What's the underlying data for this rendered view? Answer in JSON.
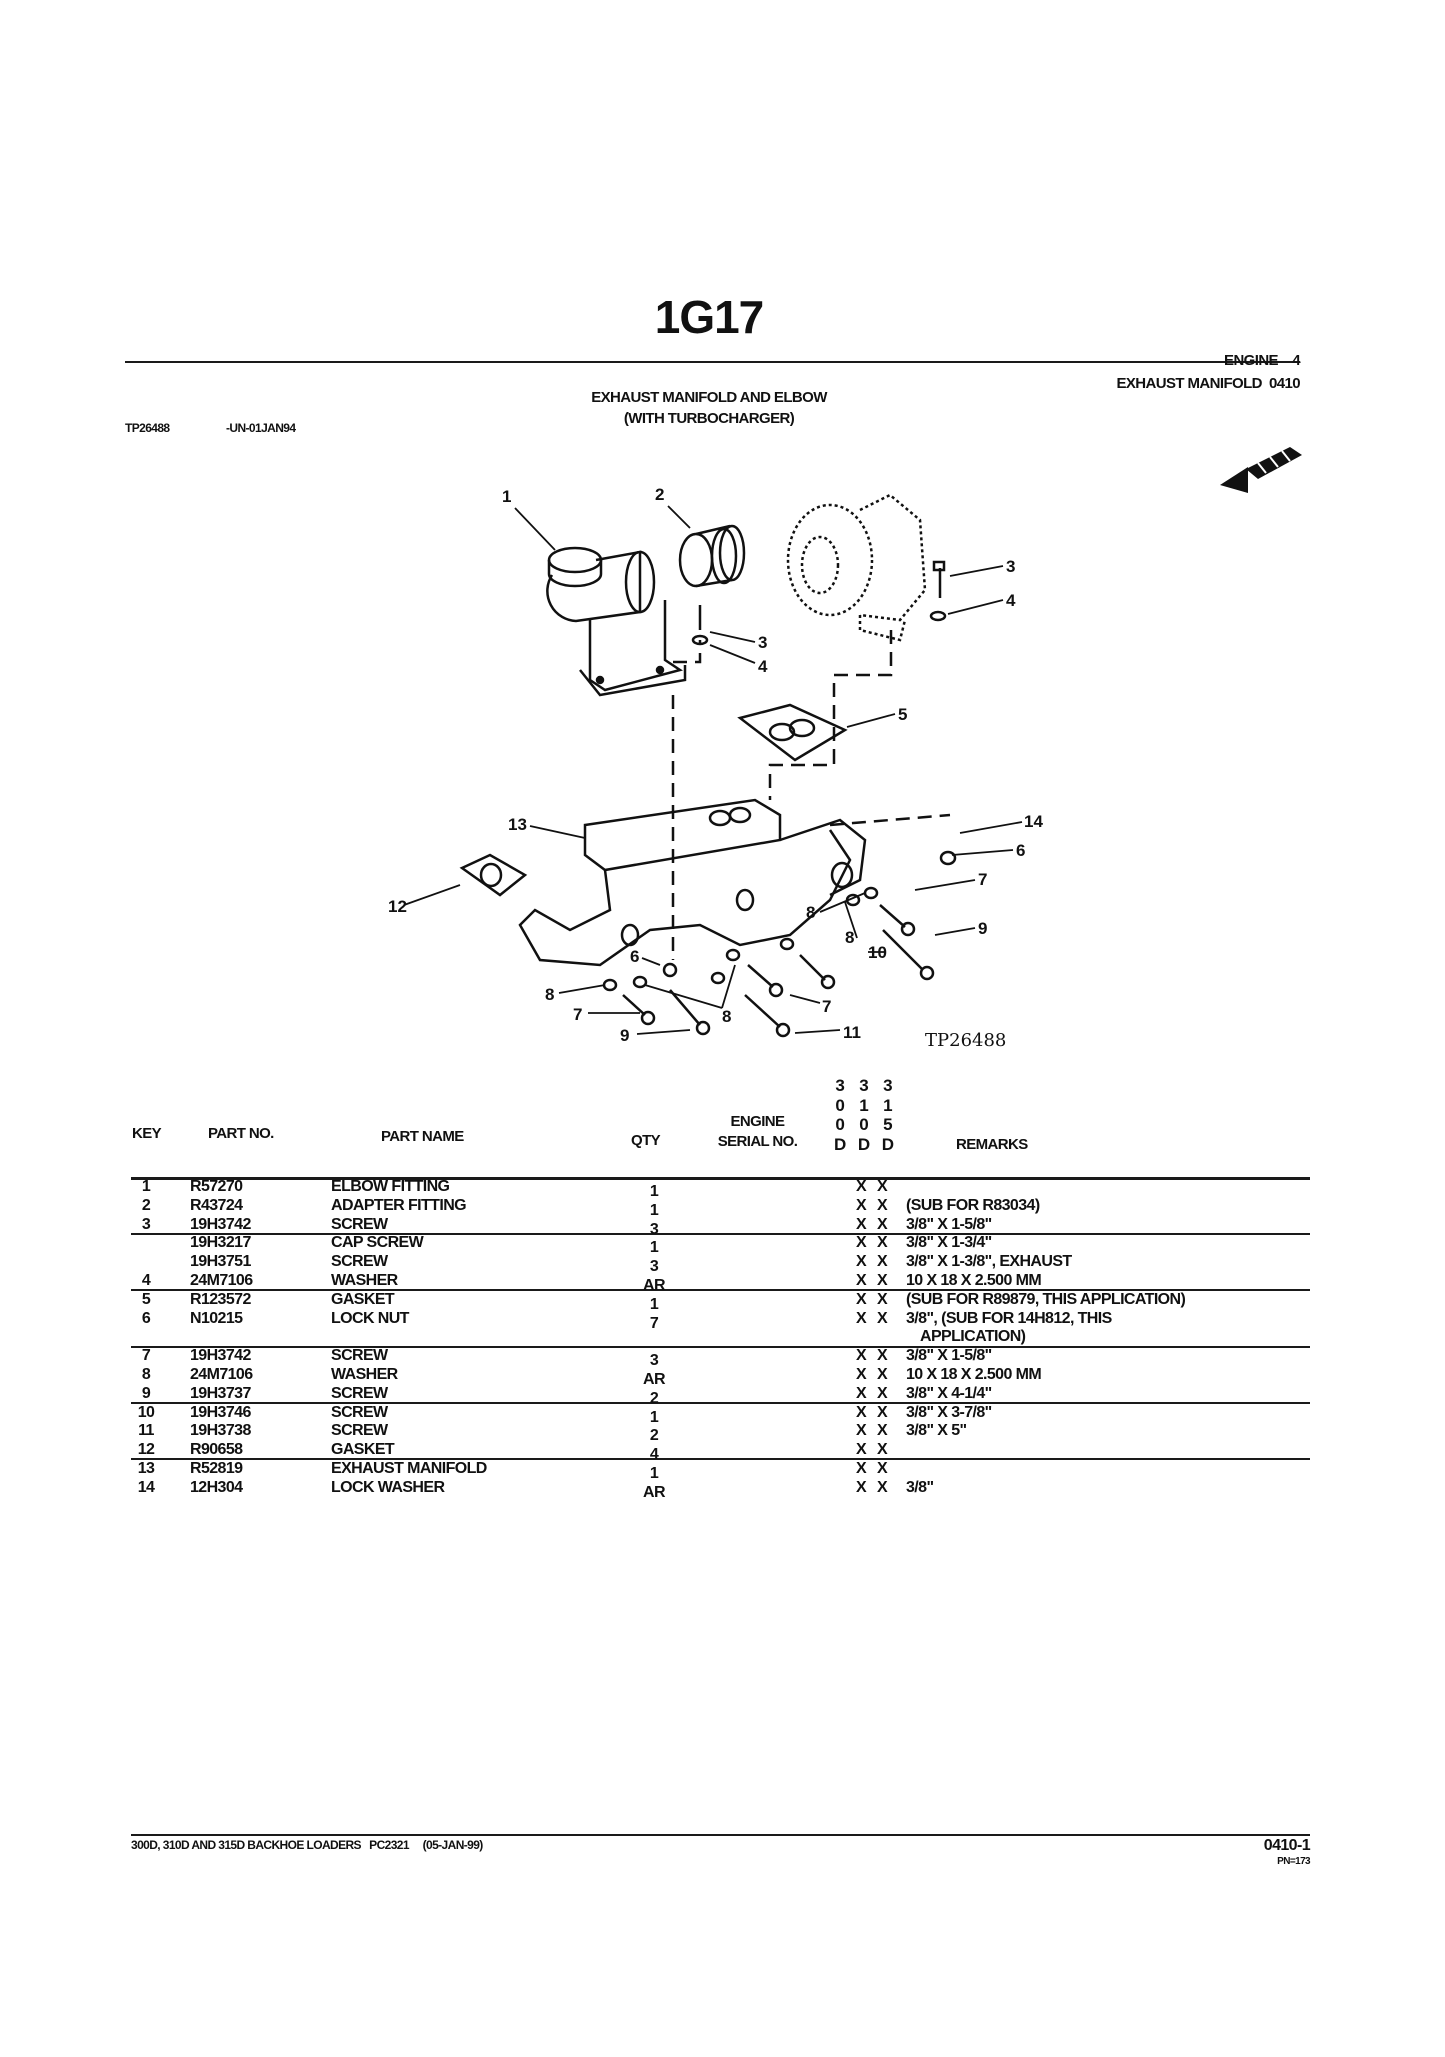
{
  "page_code": "1G17",
  "section": {
    "group": "ENGINE",
    "group_no": "4",
    "subgroup": "EXHAUST MANIFOLD",
    "subgroup_no": "0410"
  },
  "title": {
    "line1": "EXHAUST MANIFOLD AND ELBOW",
    "line2": "(WITH TURBOCHARGER)"
  },
  "illustration": {
    "ref": "TP26488",
    "ref_date": "-UN-01JAN94",
    "caption": "TP26488",
    "callouts": [
      "1",
      "2",
      "3",
      "4",
      "3",
      "4",
      "5",
      "13",
      "14",
      "6",
      "7",
      "9",
      "8",
      "8",
      "10",
      "12",
      "6",
      "8",
      "7",
      "9",
      "8",
      "7",
      "11"
    ],
    "icon": "direction-arrow-icon"
  },
  "table": {
    "headers": {
      "key": "KEY",
      "part_no": "PART NO.",
      "part_name": "PART NAME",
      "qty": "QTY",
      "engine_line1": "ENGINE",
      "engine_line2": "SERIAL NO.",
      "remarks": "REMARKS"
    },
    "models": [
      {
        "line1": "3",
        "line2": "0",
        "line3": "0",
        "line4": "D"
      },
      {
        "line1": "3",
        "line2": "1",
        "line3": "0",
        "line4": "D"
      },
      {
        "line1": "3",
        "line2": "1",
        "line3": "5",
        "line4": "D"
      }
    ],
    "rows": [
      {
        "key": "1",
        "part_no": "R57270",
        "name": "ELBOW FITTING",
        "qty": "1",
        "m1": "X",
        "m2": "X",
        "remarks": ""
      },
      {
        "key": "2",
        "part_no": "R43724",
        "name": "ADAPTER FITTING",
        "qty": "1",
        "m1": "X",
        "m2": "X",
        "remarks": "(SUB FOR R83034)"
      },
      {
        "key": "3",
        "part_no": "19H3742",
        "name": "SCREW",
        "qty": "3",
        "m1": "X",
        "m2": "X",
        "remarks": "3/8\" X 1-5/8\""
      },
      {
        "key": "",
        "part_no": "19H3217",
        "name": "CAP SCREW",
        "qty": "1",
        "m1": "X",
        "m2": "X",
        "remarks": "3/8\" X 1-3/4\""
      },
      {
        "key": "",
        "part_no": "19H3751",
        "name": "SCREW",
        "qty": "3",
        "m1": "X",
        "m2": "X",
        "remarks": "3/8\" X 1-3/8\", EXHAUST"
      },
      {
        "key": "4",
        "part_no": "24M7106",
        "name": "WASHER",
        "qty": "AR",
        "m1": "X",
        "m2": "X",
        "remarks": "10 X 18 X 2.500 MM"
      },
      {
        "key": "5",
        "part_no": "R123572",
        "name": "GASKET",
        "qty": "1",
        "m1": "X",
        "m2": "X",
        "remarks": "(SUB FOR R89879, THIS APPLICATION)"
      },
      {
        "key": "6",
        "part_no": "N10215",
        "name": "LOCK NUT",
        "qty": "7",
        "m1": "X",
        "m2": "X",
        "remarks": "3/8\", (SUB FOR 14H812, THIS",
        "remarks2": "APPLICATION)"
      },
      {
        "key": "7",
        "part_no": "19H3742",
        "name": "SCREW",
        "qty": "3",
        "m1": "X",
        "m2": "X",
        "remarks": "3/8\" X 1-5/8\""
      },
      {
        "key": "8",
        "part_no": "24M7106",
        "name": "WASHER",
        "qty": "AR",
        "m1": "X",
        "m2": "X",
        "remarks": "10 X 18 X 2.500 MM"
      },
      {
        "key": "9",
        "part_no": "19H3737",
        "name": "SCREW",
        "qty": "2",
        "m1": "X",
        "m2": "X",
        "remarks": "3/8\" X 4-1/4\""
      },
      {
        "key": "10",
        "part_no": "19H3746",
        "name": "SCREW",
        "qty": "1",
        "m1": "X",
        "m2": "X",
        "remarks": "3/8\" X 3-7/8\""
      },
      {
        "key": "11",
        "part_no": "19H3738",
        "name": "SCREW",
        "qty": "2",
        "m1": "X",
        "m2": "X",
        "remarks": "3/8\" X 5\""
      },
      {
        "key": "12",
        "part_no": "R90658",
        "name": "GASKET",
        "qty": "4",
        "m1": "X",
        "m2": "X",
        "remarks": ""
      },
      {
        "key": "13",
        "part_no": "R52819",
        "name": "EXHAUST MANIFOLD",
        "qty": "1",
        "m1": "X",
        "m2": "X",
        "remarks": ""
      },
      {
        "key": "14",
        "part_no": "12H304",
        "name": "LOCK WASHER",
        "qty": "AR",
        "m1": "X",
        "m2": "X",
        "remarks": "3/8\""
      }
    ]
  },
  "footer": {
    "models": "300D, 310D AND 315D BACKHOE LOADERS",
    "pc": "PC2321",
    "date": "(05-JAN-99)",
    "page": "0410-1",
    "pn": "PN=173"
  }
}
